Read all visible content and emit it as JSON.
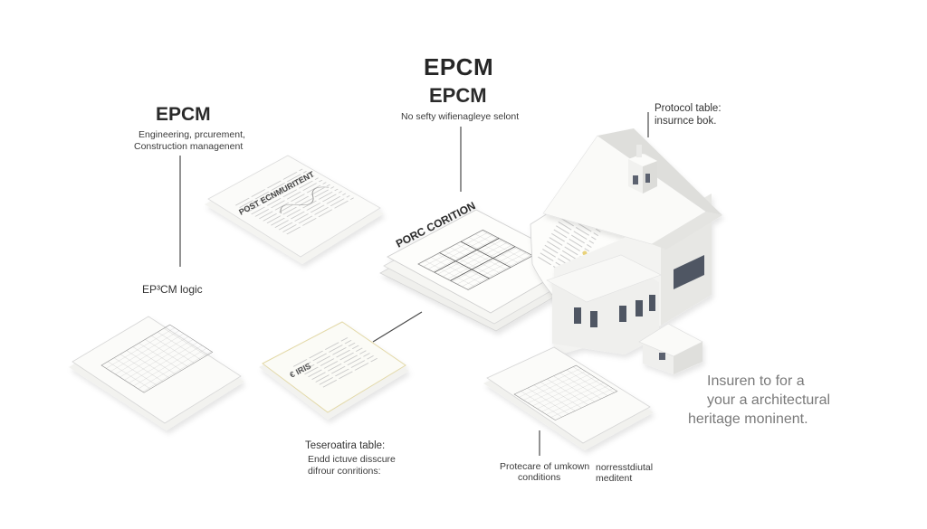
{
  "labels": {
    "top_title": "EPCM",
    "top_subtitle": "EPCM",
    "top_caption": "No sefty wifienagleye selont",
    "left_title": "EPCM",
    "left_line1": "Engineering, prcurement,",
    "left_line2": "Construction managenent",
    "logic": "EP³CM logic",
    "protocol_line1": "Protocol table:",
    "protocol_line2": "insurnce bok.",
    "right_line1": "Insuren to for a",
    "right_line2": "your a architectural",
    "right_line3": "heritage moninent.",
    "bottom1_line1": "Teseroatira table:",
    "bottom1_line2": "Endd ictuve disscure",
    "bottom1_line3": "difrour conritions:",
    "bottom2_line1": "Protecare of umkown",
    "bottom2_line2": "conditions",
    "bottom3_line1": "norresstdiutal",
    "bottom3_line2": "meditent"
  },
  "documents": {
    "doc_top_left_heading": "POST ECNMURITENT",
    "doc_center_heading": "PORC CORITION",
    "doc_bottom_center_heading": "€ IRIS"
  },
  "colors": {
    "line": "#4a4a4a",
    "paper": "#fbfbf9",
    "house": "#eeeeec",
    "accent_yellow": "#e9d27a"
  }
}
